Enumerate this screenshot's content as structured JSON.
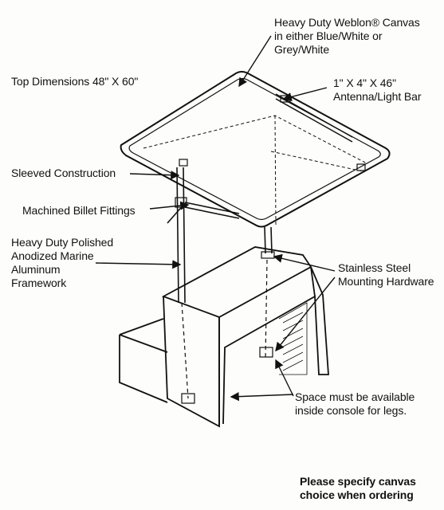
{
  "callouts": {
    "canvas": [
      "Heavy Duty Weblon® Canvas",
      "in either Blue/White or",
      "Grey/White"
    ],
    "top_dimensions": "Top Dimensions 48\" X 60\"",
    "antenna_bar": [
      "1\" X 4\" X 46\"",
      "Antenna/Light Bar"
    ],
    "sleeved": "Sleeved Construction",
    "billet": "Machined Billet Fittings",
    "framework": [
      "Heavy Duty Polished",
      "Anodized Marine",
      "Aluminum",
      "Framework"
    ],
    "hardware": [
      "Stainless Steel",
      "Mounting Hardware"
    ],
    "space": [
      "Space must be available",
      "inside console for legs."
    ]
  },
  "footer_note": [
    "Please specify canvas",
    "choice when ordering"
  ],
  "colors": {
    "ink": "#111111",
    "paper": "#fdfdfb"
  }
}
